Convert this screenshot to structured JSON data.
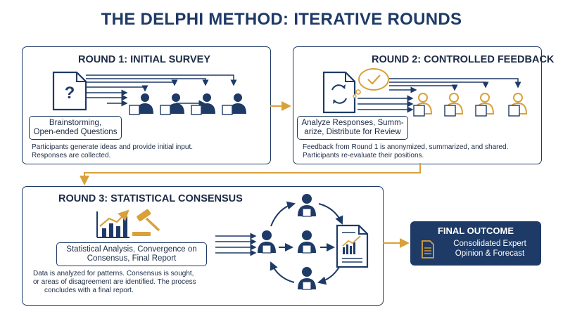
{
  "title": "THE DELPHI METHOD: ITERATIVE ROUNDS",
  "round1": {
    "title": "ROUND 1: INITIAL SURVEY",
    "box_line1": "Brainstorming,",
    "box_line2": "Open-ended Questions",
    "desc_line1": "Participants generate ideas and provide initial input.",
    "desc_line2": "Responses are collected."
  },
  "round2": {
    "title": "ROUND 2: CONTROLLED FEEDBACK",
    "box_line1": "Analyze Responses, Summ-",
    "box_line2": "arize, Distribute for Review",
    "desc_line1": "Feedback from Round 1 is anonymized, summarized, and shared.",
    "desc_line2": "Participants re-evaluate their positions."
  },
  "round3": {
    "title": "ROUND 3: STATISTICAL CONSENSUS",
    "box_line1": "Statistical Analysis, Convergence on",
    "box_line2": "Consensus, Final Report",
    "desc_line1": "Data is analyzed for patterns. Consensus is sought,",
    "desc_line2": "or areas of disagreement are identified. The process",
    "desc_line3": "concludes with a final report."
  },
  "final": {
    "title": "FINAL OUTCOME",
    "line1": "Consolidated Expert",
    "line2": "Opinion & Forecast"
  },
  "colors": {
    "navy": "#1e3a66",
    "gold": "#d9a13b"
  }
}
